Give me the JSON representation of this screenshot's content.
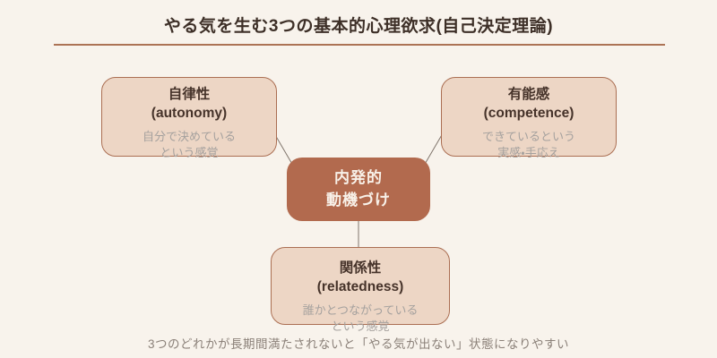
{
  "title": "やる気を生む3つの基本的心理欲求(自己決定理論)",
  "caption": "3つのどれかが長期間満たされないと「やる気が出ない」状態になりやすい",
  "center_box": {
    "line1": "内発的",
    "line2": "動機づけ"
  },
  "need_boxes": {
    "autonomy": {
      "name_ja": "自律性",
      "name_en": "(autonomy)",
      "desc1": "自分で決めている",
      "desc2": "という感覚"
    },
    "competence": {
      "name_ja": "有能感",
      "name_en": "(competence)",
      "desc1": "できているという",
      "desc2": "実感・手応え"
    },
    "relatedness": {
      "name_ja": "関係性",
      "name_en": "(relatedness)",
      "desc1": "誰かとつながっている",
      "desc2": "という感覚"
    }
  },
  "colors": {
    "background": "#f8f3ec",
    "title_text": "#3d2f27",
    "title_underline": "#ac7355",
    "box_fill": "#edd6c5",
    "box_border": "#ab6f53",
    "box_heading": "#46332a",
    "box_desc": "#a5a19e",
    "center_fill": "#b26a4e",
    "center_text": "#f8f1e9",
    "connector": "#80756c",
    "caption_text": "#8b8179"
  }
}
